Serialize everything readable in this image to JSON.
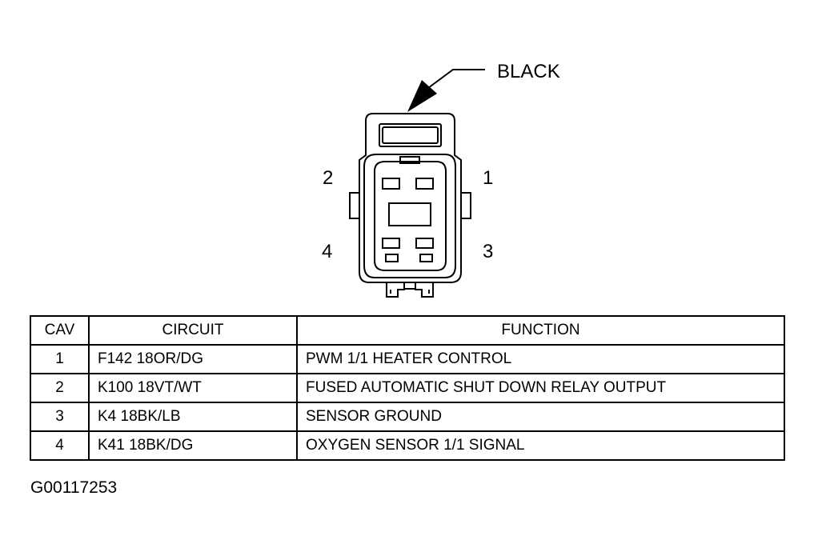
{
  "connector": {
    "housing_color_label": "BLACK",
    "cavity_labels": {
      "pin1": "1",
      "pin2": "2",
      "pin3": "3",
      "pin4": "4"
    }
  },
  "table": {
    "headers": {
      "cav": "CAV",
      "circuit": "CIRCUIT",
      "function": "FUNCTION"
    },
    "rows": [
      {
        "cav": "1",
        "circuit": "F142 18OR/DG",
        "function": "PWM 1/1 HEATER CONTROL"
      },
      {
        "cav": "2",
        "circuit": "K100 18VT/WT",
        "function": "FUSED AUTOMATIC SHUT DOWN RELAY OUTPUT"
      },
      {
        "cav": "3",
        "circuit": "K4 18BK/LB",
        "function": "SENSOR GROUND"
      },
      {
        "cav": "4",
        "circuit": "K41 18BK/DG",
        "function": "OXYGEN SENSOR 1/1 SIGNAL"
      }
    ]
  },
  "diagram_id": "G00117253"
}
